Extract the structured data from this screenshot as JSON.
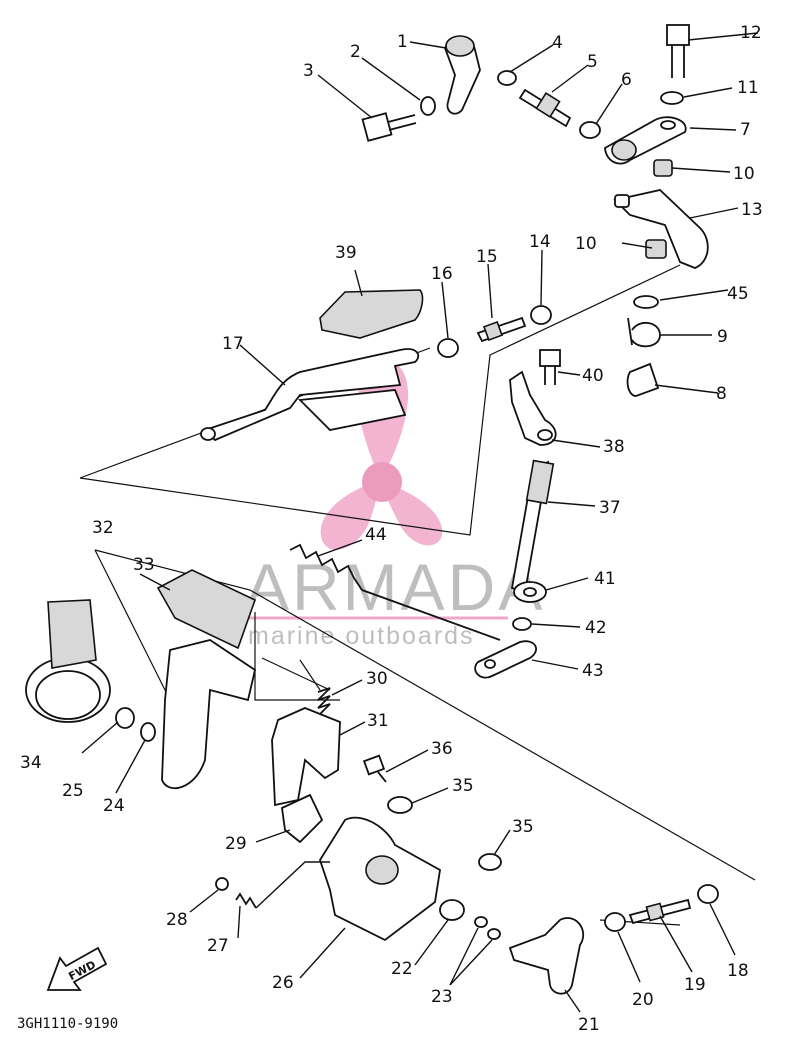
{
  "diagram": {
    "ref_code": "3GH1110-9190",
    "watermark": {
      "brand": "ARMADA",
      "tagline": "marine outboards",
      "logo_color": "#f0a8c8"
    },
    "fwd_label": "FWD",
    "part_numbers": {
      "p1": "1",
      "p2": "2",
      "p3": "3",
      "p4": "4",
      "p5": "5",
      "p6": "6",
      "p7": "7",
      "p8": "8",
      "p9": "9",
      "p10a": "10",
      "p10b": "10",
      "p11": "11",
      "p12": "12",
      "p13": "13",
      "p14": "14",
      "p15": "15",
      "p16": "16",
      "p17": "17",
      "p18": "18",
      "p19": "19",
      "p20": "20",
      "p21": "21",
      "p22": "22",
      "p23": "23",
      "p24": "24",
      "p25": "25",
      "p26": "26",
      "p27": "27",
      "p28": "28",
      "p29": "29",
      "p30": "30",
      "p31": "31",
      "p32": "32",
      "p33": "33",
      "p34": "34",
      "p35a": "35",
      "p35b": "35",
      "p36": "36",
      "p37": "37",
      "p38": "38",
      "p39": "39",
      "p40": "40",
      "p41": "41",
      "p42": "42",
      "p43": "43",
      "p44": "44",
      "p45": "45"
    }
  }
}
